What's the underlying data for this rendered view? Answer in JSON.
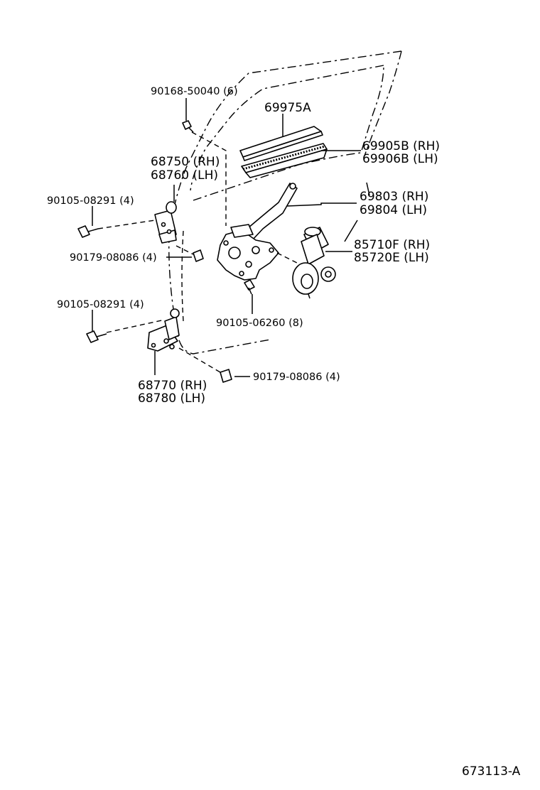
{
  "diagram_code": "673113-A",
  "labels": {
    "screw_top": "90168-50040 (6)",
    "glass": "69975A",
    "run_rh": "69905B (RH)",
    "run_lh": "69906B (LH)",
    "hinge_upper_rh": "68750 (RH)",
    "hinge_upper_lh": "68760 (LH)",
    "regulator_rh": "69803 (RH)",
    "regulator_lh": "69804 (LH)",
    "bolt_upper": "90105-08291 (4)",
    "motor_rh": "85710F (RH)",
    "motor_lh": "85720E (LH)",
    "nut_upper": "90179-08086 (4)",
    "bolt_lower": "90105-08291 (4)",
    "bolt_regulator": "90105-06260 (8)",
    "nut_lower": "90179-08086 (4)",
    "hinge_lower_rh": "68770 (RH)",
    "hinge_lower_lh": "68780 (LH)"
  }
}
